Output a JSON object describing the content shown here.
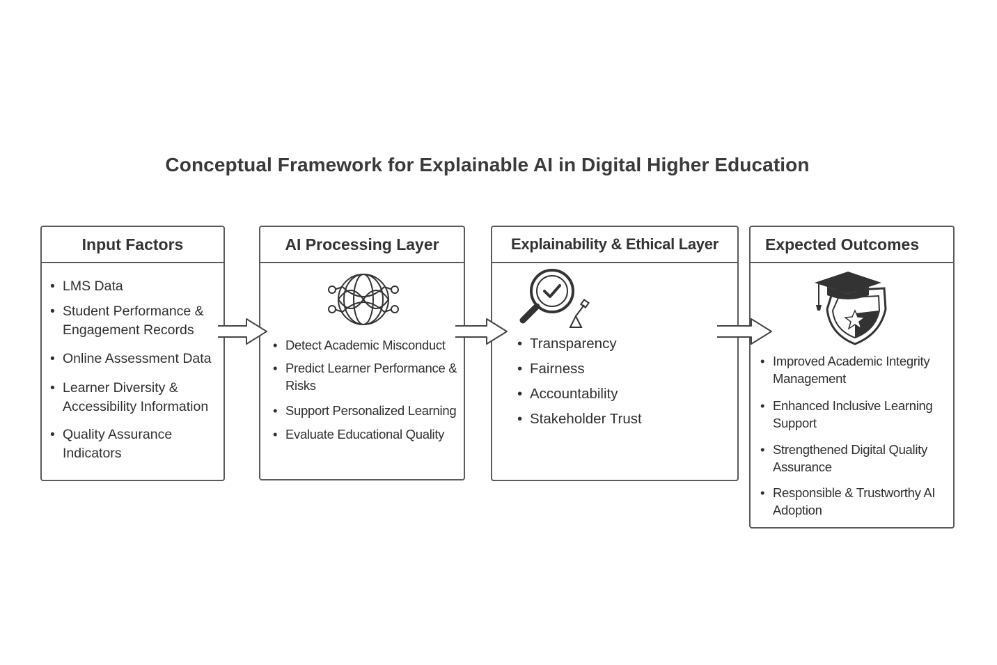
{
  "title": "Conceptual Framework for Explainable AI in Digital Higher Education",
  "boxes": [
    {
      "header": "Input Factors",
      "items": [
        "LMS Data",
        "Student Performance & Engagement Records",
        "Online Assessment Data",
        "Learner Diversity & Accessibility Information",
        "Quality Assurance Indicators"
      ]
    },
    {
      "header": "AI Processing Layer",
      "icon": "neural-network-icon",
      "items": [
        "Detect Academic Misconduct",
        "Predict Learner Performance & Risks",
        "Support Personalized Learning",
        "Evaluate Educational Quality"
      ]
    },
    {
      "header": "Explainability & Ethical Layer",
      "icon": "magnifier-checkmark-icon",
      "items": [
        "Transparency",
        "Fairness",
        "Accountability",
        "Stakeholder Trust"
      ]
    },
    {
      "header": "Expected Outcomes",
      "icon": "graduation-cap-shield-icon",
      "items": [
        "Improved Academic Integrity Management",
        "Enhanced Inclusive Learning Support",
        "Strengthened Digital Quality Assurance",
        "Responsible & Trustworthy AI Adoption"
      ]
    }
  ],
  "colors": {
    "border": "#5a5a5a",
    "text": "#2f2f2f",
    "background": "#ffffff"
  }
}
